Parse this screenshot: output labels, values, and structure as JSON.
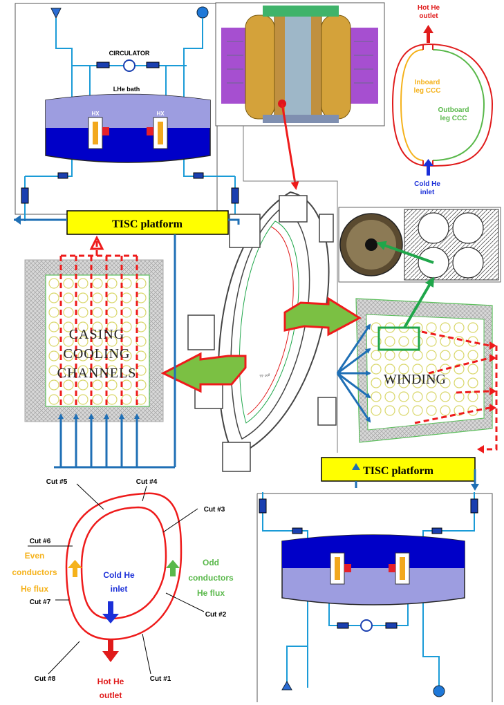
{
  "colors": {
    "red": "#ee1b1b",
    "blue": "#1f6fb5",
    "green": "#7bc043",
    "yellow": "#ffff00",
    "orange": "#f5b21b",
    "navy": "#0a0ad0",
    "pipe_blue": "#1a9bd7"
  },
  "cryo_top": {
    "circulator_label": "CIRCULATOR",
    "bath_label": "LHe bath",
    "hx_left": "HX",
    "hx_right": "HX"
  },
  "platform_top": {
    "label": "TISC platform"
  },
  "platform_bottom": {
    "label": "TISC platform"
  },
  "casing": {
    "line1": "CASING",
    "line2": "COOLING",
    "line3": "CHANNELS"
  },
  "winding": {
    "label": "WINDING"
  },
  "tf_coil": {
    "inner_text": "TF coil"
  },
  "ccc_loop": {
    "hot_line1": "Hot He",
    "hot_line2": "outlet",
    "inboard_line1": "Inboard",
    "inboard_line2": "leg CCC",
    "outboard_line1": "Outboard",
    "outboard_line2": "leg CCC",
    "cold_line1": "Cold He",
    "cold_line2": "inlet"
  },
  "conductor_loop": {
    "cuts": [
      "Cut #1",
      "Cut #2",
      "Cut #3",
      "Cut #4",
      "Cut #5",
      "Cut #6",
      "Cut #7",
      "Cut #8"
    ],
    "even_line1": "Even",
    "even_line2": "conductors",
    "even_line3": "He flux",
    "odd_line1": "Odd",
    "odd_line2": "conductors",
    "odd_line3": "He flux",
    "cold_line1": "Cold He",
    "cold_line2": "inlet",
    "hot_line1": "Hot He",
    "hot_line2": "outlet"
  }
}
